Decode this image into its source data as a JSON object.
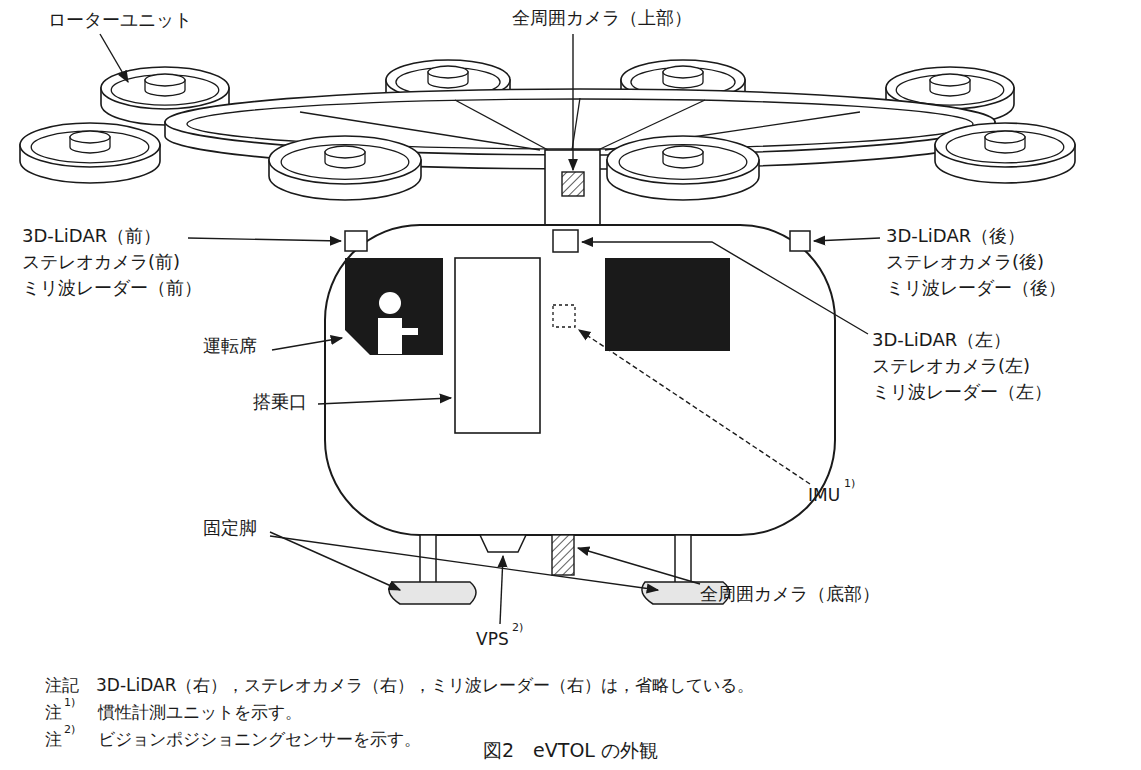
{
  "diagram": {
    "caption": "図2　eVTOL の外観",
    "labels": [
      "ローターユニット",
      "全周囲カメラ（上部）",
      "3D-LiDAR（前）",
      "ステレオカメラ(前)",
      "ミリ波レーダー（前）",
      "3D-LiDAR（後）",
      "ステレオカメラ(後)",
      "ミリ波レーダー（後）",
      "運転席",
      "3D-LiDAR（左）",
      "ステレオカメラ(左)",
      "ミリ波レーダー（左）",
      "搭乗口",
      "IMU",
      "1)",
      "固定脚",
      "VPS",
      "2)",
      "全周囲カメラ（底部）",
      "注記　3D-LiDAR（右），ステレオカメラ（右），ミリ波レーダー（右）は，省略している。",
      "注",
      "1)",
      "慣性計測ユニットを示す。",
      "注",
      "2)",
      "ビジョンポジショニングセンサーを示す。"
    ]
  }
}
